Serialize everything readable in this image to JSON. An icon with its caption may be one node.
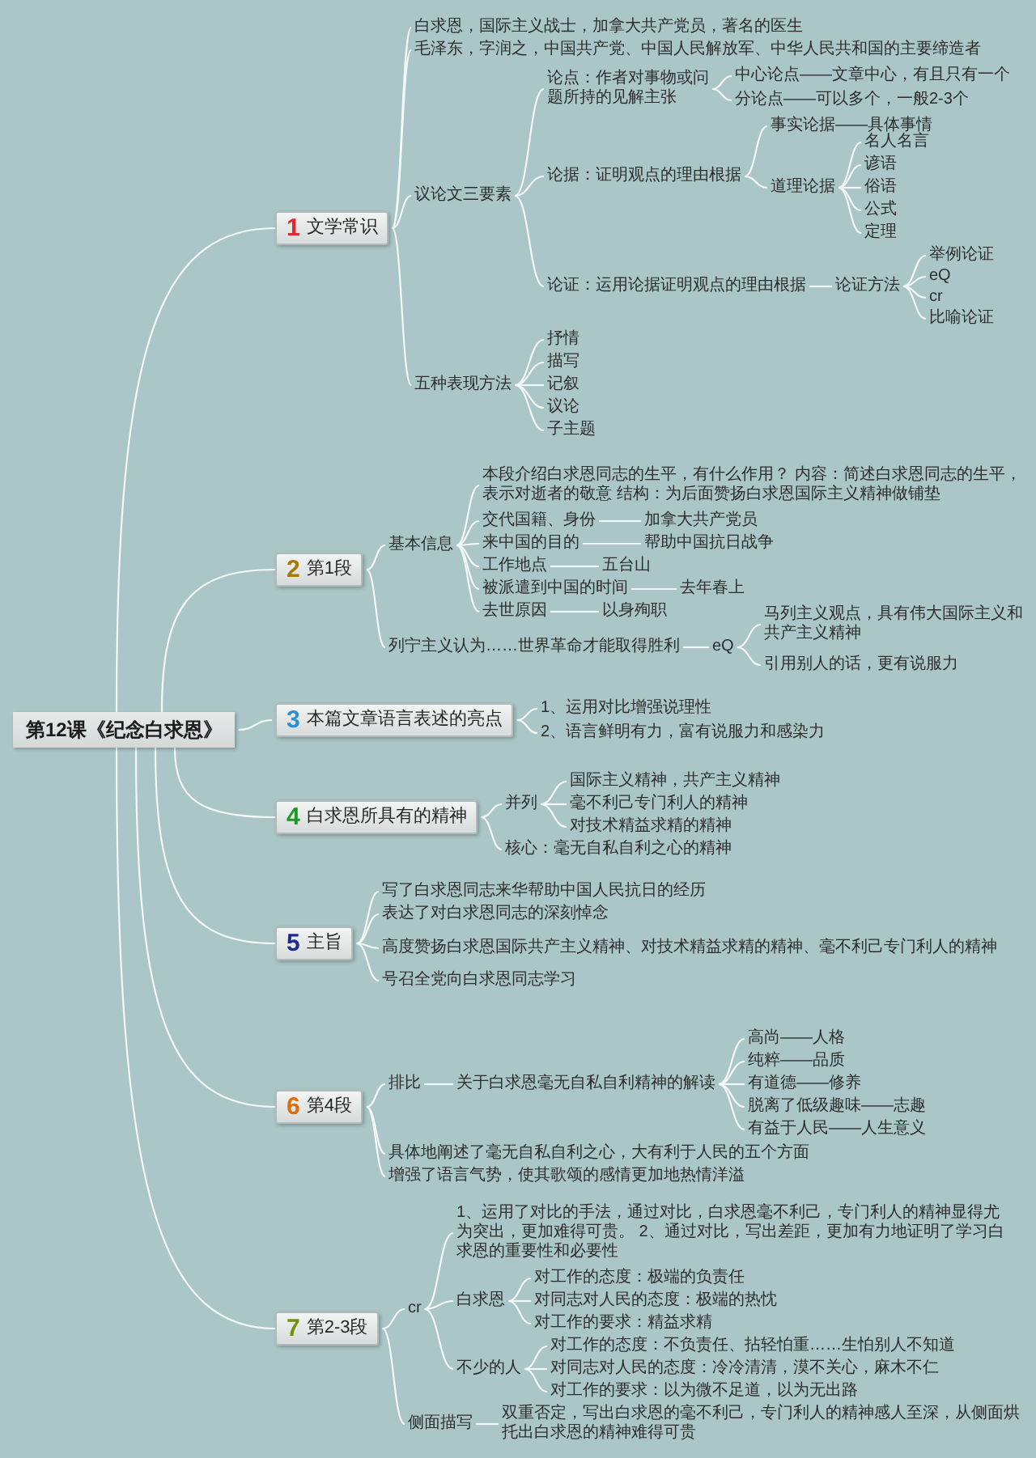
{
  "diagram": {
    "nodes": [
      {
        "text": [
          "第12课《纪念白求恩》"
        ]
      },
      {
        "text": [
          "1",
          "文学常识"
        ]
      },
      {
        "text": [
          "白求恩，国际主义战士，加拿大共产党员，著名的医生"
        ]
      },
      {
        "text": [
          "毛泽东，字润之，中国共产党、中国人民解放军、中华人民共和国的主要缔造者"
        ]
      },
      {
        "text": [
          "议论文三要素"
        ]
      },
      {
        "text": [
          "论点：作者对事物或问题所持的见解主张"
        ]
      },
      {
        "text": [
          "中心论点——文章中心，有且只有一个"
        ]
      },
      {
        "text": [
          "分论点——可以多个，一般2-3个"
        ]
      },
      {
        "text": [
          "论据：证明观点的理由根据"
        ]
      },
      {
        "text": [
          "事实论据——具体事情"
        ]
      },
      {
        "text": [
          "道理论据"
        ]
      },
      {
        "text": [
          "名人名言"
        ]
      },
      {
        "text": [
          "谚语"
        ]
      },
      {
        "text": [
          "俗语"
        ]
      },
      {
        "text": [
          "公式"
        ]
      },
      {
        "text": [
          "定理"
        ]
      },
      {
        "text": [
          "论证：运用论据证明观点的理由根据"
        ]
      },
      {
        "text": [
          "论证方法"
        ]
      },
      {
        "text": [
          "举例论证"
        ]
      },
      {
        "text": [
          "eQ"
        ]
      },
      {
        "text": [
          "cr"
        ]
      },
      {
        "text": [
          "比喻论证"
        ]
      },
      {
        "text": [
          "五种表现方法"
        ]
      },
      {
        "text": [
          "抒情"
        ]
      },
      {
        "text": [
          "描写"
        ]
      },
      {
        "text": [
          "记叙"
        ]
      },
      {
        "text": [
          "议论"
        ]
      },
      {
        "text": [
          "子主题"
        ]
      },
      {
        "text": [
          "2",
          "第1段"
        ]
      },
      {
        "text": [
          "基本信息"
        ]
      },
      {
        "text": [
          "本段介绍白求恩同志的生平，有什么作用？ 内容：简述白求恩同志的生平，表示对逝者的敬意 结构：为后面赞扬白求恩国际主义精神做铺垫"
        ]
      },
      {
        "text": [
          "交代国籍、身份"
        ]
      },
      {
        "text": [
          "加拿大共产党员"
        ]
      },
      {
        "text": [
          "来中国的目的"
        ]
      },
      {
        "text": [
          "帮助中国抗日战争"
        ]
      },
      {
        "text": [
          "工作地点"
        ]
      },
      {
        "text": [
          "五台山"
        ]
      },
      {
        "text": [
          "被派遣到中国的时间"
        ]
      },
      {
        "text": [
          "去年春上"
        ]
      },
      {
        "text": [
          "去世原因"
        ]
      },
      {
        "text": [
          "以身殉职"
        ]
      },
      {
        "text": [
          "列宁主义认为……世界革命才能取得胜利"
        ]
      },
      {
        "text": [
          "eQ"
        ]
      },
      {
        "text": [
          "马列主义观点，具有伟大国际主义和共产主义精神"
        ]
      },
      {
        "text": [
          "引用别人的话，更有说服力"
        ]
      },
      {
        "text": [
          "3",
          "本篇文章语言表述的亮点"
        ]
      },
      {
        "text": [
          "1、运用对比增强说理性"
        ]
      },
      {
        "text": [
          "2、语言鲜明有力，富有说服力和感染力"
        ]
      },
      {
        "text": [
          "4",
          "白求恩所具有的精神"
        ]
      },
      {
        "text": [
          "并列"
        ]
      },
      {
        "text": [
          "国际主义精神，共产主义精神"
        ]
      },
      {
        "text": [
          "毫不利己专门利人的精神"
        ]
      },
      {
        "text": [
          "对技术精益求精的精神"
        ]
      },
      {
        "text": [
          "核心：毫无自私自利之心的精神"
        ]
      },
      {
        "text": [
          "5",
          "主旨"
        ]
      },
      {
        "text": [
          "写了白求恩同志来华帮助中国人民抗日的经历"
        ]
      },
      {
        "text": [
          "表达了对白求恩同志的深刻悼念"
        ]
      },
      {
        "text": [
          "高度赞扬白求恩国际共产主义精神、对技术精益求精的精神、毫不利己专门利人的精神"
        ]
      },
      {
        "text": [
          "号召全党向白求恩同志学习"
        ]
      },
      {
        "text": [
          "6",
          "第4段"
        ]
      },
      {
        "text": [
          "排比"
        ]
      },
      {
        "text": [
          "关于白求恩毫无自私自利精神的解读"
        ]
      },
      {
        "text": [
          "高尚——人格"
        ]
      },
      {
        "text": [
          "纯粹——品质"
        ]
      },
      {
        "text": [
          "有道德——修养"
        ]
      },
      {
        "text": [
          "脱离了低级趣味——志趣"
        ]
      },
      {
        "text": [
          "有益于人民——人生意义"
        ]
      },
      {
        "text": [
          "具体地阐述了毫无自私自利之心，大有利于人民的五个方面"
        ]
      },
      {
        "text": [
          "增强了语言气势，使其歌颂的感情更加地热情洋溢"
        ]
      },
      {
        "text": [
          "7",
          "第2-3段"
        ]
      },
      {
        "text": [
          "cr"
        ]
      },
      {
        "text": [
          "1、运用了对比的手法，通过对比，白求恩毫不利己，专门利人的精神显得尤为突出，更加难得可贵。 2、通过对比，写出差距，更加有力地证明了学习白求恩的重要性和必要性"
        ]
      },
      {
        "text": [
          "白求恩"
        ]
      },
      {
        "text": [
          "对工作的态度：极端的负责任"
        ]
      },
      {
        "text": [
          "对同志对人民的态度：极端的热忱"
        ]
      },
      {
        "text": [
          "对工作的要求：精益求精"
        ]
      },
      {
        "text": [
          "不少的人"
        ]
      },
      {
        "text": [
          "对工作的态度：不负责任、拈轻怕重……生怕别人不知道"
        ]
      },
      {
        "text": [
          "对同志对人民的态度：冷冷清清，漠不关心，麻木不仁"
        ]
      },
      {
        "text": [
          "对工作的要求：以为微不足道，以为无出路"
        ]
      },
      {
        "text": [
          "侧面描写"
        ]
      },
      {
        "text": [
          "双重否定，写出白求恩的毫不利己，专门利人的精神感人至深，从侧面烘托出白求恩的精神难得可贵"
        ]
      }
    ],
    "edges": [
      {
        "from": 0,
        "to": 1,
        "arrow": "none"
      },
      {
        "from": 1,
        "to": 2,
        "arrow": "none"
      },
      {
        "from": 1,
        "to": 3,
        "arrow": "none"
      },
      {
        "from": 1,
        "to": 4,
        "arrow": "none"
      },
      {
        "from": 4,
        "to": 5,
        "arrow": "none"
      },
      {
        "from": 5,
        "to": 6,
        "arrow": "none"
      },
      {
        "from": 5,
        "to": 7,
        "arrow": "none"
      },
      {
        "from": 4,
        "to": 8,
        "arrow": "none"
      },
      {
        "from": 8,
        "to": 9,
        "arrow": "none"
      },
      {
        "from": 8,
        "to": 10,
        "arrow": "none"
      },
      {
        "from": 10,
        "to": 11,
        "arrow": "none"
      },
      {
        "from": 10,
        "to": 12,
        "arrow": "none"
      },
      {
        "from": 10,
        "to": 13,
        "arrow": "none"
      },
      {
        "from": 10,
        "to": 14,
        "arrow": "none"
      },
      {
        "from": 10,
        "to": 15,
        "arrow": "none"
      },
      {
        "from": 4,
        "to": 16,
        "arrow": "none"
      },
      {
        "from": 16,
        "to": 17,
        "arrow": "none"
      },
      {
        "from": 17,
        "to": 18,
        "arrow": "none"
      },
      {
        "from": 17,
        "to": 19,
        "arrow": "none"
      },
      {
        "from": 17,
        "to": 20,
        "arrow": "none"
      },
      {
        "from": 17,
        "to": 21,
        "arrow": "none"
      },
      {
        "from": 1,
        "to": 22,
        "arrow": "none"
      },
      {
        "from": 22,
        "to": 23,
        "arrow": "none"
      },
      {
        "from": 22,
        "to": 24,
        "arrow": "none"
      },
      {
        "from": 22,
        "to": 25,
        "arrow": "none"
      },
      {
        "from": 22,
        "to": 26,
        "arrow": "none"
      },
      {
        "from": 22,
        "to": 27,
        "arrow": "none"
      },
      {
        "from": 0,
        "to": 28,
        "arrow": "none"
      },
      {
        "from": 28,
        "to": 29,
        "arrow": "none"
      },
      {
        "from": 29,
        "to": 30,
        "arrow": "none"
      },
      {
        "from": 29,
        "to": 31,
        "arrow": "none"
      },
      {
        "from": 31,
        "to": 32,
        "arrow": "none"
      },
      {
        "from": 29,
        "to": 33,
        "arrow": "none"
      },
      {
        "from": 33,
        "to": 34,
        "arrow": "none"
      },
      {
        "from": 29,
        "to": 35,
        "arrow": "none"
      },
      {
        "from": 35,
        "to": 36,
        "arrow": "none"
      },
      {
        "from": 29,
        "to": 37,
        "arrow": "none"
      },
      {
        "from": 37,
        "to": 38,
        "arrow": "none"
      },
      {
        "from": 29,
        "to": 39,
        "arrow": "none"
      },
      {
        "from": 39,
        "to": 40,
        "arrow": "none"
      },
      {
        "from": 28,
        "to": 41,
        "arrow": "none"
      },
      {
        "from": 41,
        "to": 42,
        "arrow": "none"
      },
      {
        "from": 42,
        "to": 43,
        "arrow": "none"
      },
      {
        "from": 42,
        "to": 44,
        "arrow": "none"
      },
      {
        "from": 0,
        "to": 45,
        "arrow": "none"
      },
      {
        "from": 45,
        "to": 46,
        "arrow": "none"
      },
      {
        "from": 45,
        "to": 47,
        "arrow": "none"
      },
      {
        "from": 0,
        "to": 48,
        "arrow": "none"
      },
      {
        "from": 48,
        "to": 49,
        "arrow": "none"
      },
      {
        "from": 49,
        "to": 50,
        "arrow": "none"
      },
      {
        "from": 49,
        "to": 51,
        "arrow": "none"
      },
      {
        "from": 49,
        "to": 52,
        "arrow": "none"
      },
      {
        "from": 48,
        "to": 53,
        "arrow": "none"
      },
      {
        "from": 0,
        "to": 54,
        "arrow": "none"
      },
      {
        "from": 54,
        "to": 55,
        "arrow": "none"
      },
      {
        "from": 54,
        "to": 56,
        "arrow": "none"
      },
      {
        "from": 54,
        "to": 57,
        "arrow": "none"
      },
      {
        "from": 54,
        "to": 58,
        "arrow": "none"
      },
      {
        "from": 0,
        "to": 59,
        "arrow": "none"
      },
      {
        "from": 59,
        "to": 60,
        "arrow": "none"
      },
      {
        "from": 60,
        "to": 61,
        "arrow": "none"
      },
      {
        "from": 61,
        "to": 62,
        "arrow": "none"
      },
      {
        "from": 61,
        "to": 63,
        "arrow": "none"
      },
      {
        "from": 61,
        "to": 64,
        "arrow": "none"
      },
      {
        "from": 61,
        "to": 65,
        "arrow": "none"
      },
      {
        "from": 61,
        "to": 66,
        "arrow": "none"
      },
      {
        "from": 59,
        "to": 67,
        "arrow": "none"
      },
      {
        "from": 59,
        "to": 68,
        "arrow": "none"
      },
      {
        "from": 0,
        "to": 69,
        "arrow": "none"
      },
      {
        "from": 69,
        "to": 70,
        "arrow": "none"
      },
      {
        "from": 70,
        "to": 71,
        "arrow": "none"
      },
      {
        "from": 70,
        "to": 72,
        "arrow": "none"
      },
      {
        "from": 72,
        "to": 73,
        "arrow": "none"
      },
      {
        "from": 72,
        "to": 74,
        "arrow": "none"
      },
      {
        "from": 72,
        "to": 75,
        "arrow": "none"
      },
      {
        "from": 70,
        "to": 76,
        "arrow": "none"
      },
      {
        "from": 76,
        "to": 77,
        "arrow": "none"
      },
      {
        "from": 76,
        "to": 78,
        "arrow": "none"
      },
      {
        "from": 76,
        "to": 79,
        "arrow": "none"
      },
      {
        "from": 69,
        "to": 80,
        "arrow": "none"
      },
      {
        "from": 80,
        "to": 81,
        "arrow": "none"
      }
    ]
  }
}
